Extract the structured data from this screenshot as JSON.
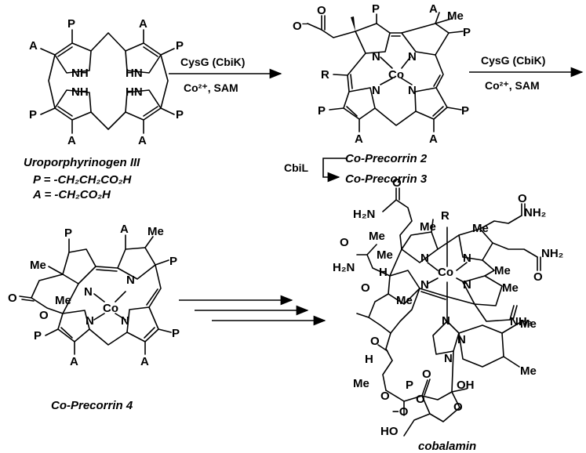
{
  "atoms": {
    "P": "P",
    "A": "A",
    "NH": "NH",
    "HN": "HN",
    "N": "N",
    "Co": "Co",
    "R": "R",
    "Me": "Me",
    "O": "O",
    "H": "H",
    "Hn": "H",
    "OH": "OH",
    "HO": "HO",
    "H2N": "H₂N",
    "NH2": "NH₂",
    "neg": "−",
    "Ominus": "O⁻",
    "minusO": "−O"
  },
  "compounds": {
    "uro": "Uroporphyrinogen III",
    "p_def": "P = -CH₂CH₂CO₂H",
    "a_def": "A = -CH₂CO₂H",
    "pc2": "Co-Precorrin 2",
    "pc3": "Co-Precorrin 3",
    "pc4": "Co-Precorrin 4",
    "cbl": "cobalamin"
  },
  "reagents": {
    "step1_top": "CysG (CbiK)",
    "step1_bottom": "Co²⁺, SAM",
    "step2_top": "CysG (CbiK)",
    "step2_bottom": "Co²⁺, SAM",
    "cbil": "CbiL"
  }
}
